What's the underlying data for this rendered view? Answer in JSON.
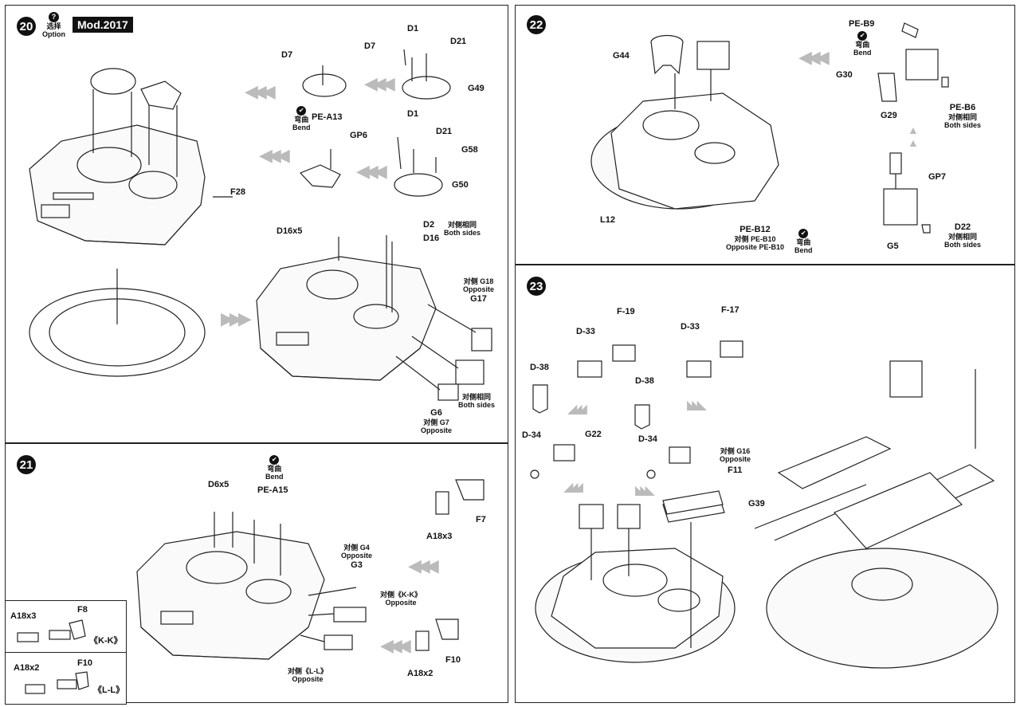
{
  "steps": {
    "s20": {
      "number": "20",
      "mod": "Mod.2017",
      "option_cn": "选择",
      "option_en": "Option",
      "labels": {
        "D7a": "D7",
        "D1a": "D1",
        "D7b": "D7",
        "D21a": "D21",
        "G49": "G49",
        "PEA13": "PE-A13",
        "bend_cn": "弯曲",
        "bend_en": "Bend",
        "GP6": "GP6",
        "D1b": "D1",
        "D21b": "D21",
        "G58": "G58",
        "G50": "G50",
        "F28": "F28",
        "D16x5": "D16x5",
        "D2": "D2",
        "D16": "D16",
        "both_cn": "对侧相同",
        "both_en": "Both sides",
        "oppG18_cn": "对侧 G18",
        "oppG18_en": "Opposite",
        "G17": "G17",
        "both2_cn": "对侧相同",
        "both2_en": "Both sides",
        "G6": "G6",
        "oppG7_cn": "对侧 G7",
        "oppG7_en": "Opposite"
      }
    },
    "s21": {
      "number": "21",
      "labels": {
        "bend_cn": "弯曲",
        "bend_en": "Bend",
        "D6x5": "D6x5",
        "PEA15": "PE-A15",
        "oppG4_cn": "对侧 G4",
        "oppG4_en": "Opposite",
        "G3": "G3",
        "A18x3": "A18x3",
        "F7": "F7",
        "oppKK_cn": "对侧《K-K》",
        "oppKK_en": "Opposite",
        "oppLL_cn": "对侧《L-L》",
        "oppLL_en": "Opposite",
        "A18x2": "A18x2",
        "F10": "F10"
      },
      "inset_kk": {
        "a": "A18x3",
        "f": "F8",
        "tag": "《K-K》"
      },
      "inset_ll": {
        "a": "A18x2",
        "f": "F10",
        "tag": "《L-L》"
      }
    },
    "s22": {
      "number": "22",
      "labels": {
        "G44": "G44",
        "PEB9": "PE-B9",
        "bend_cn": "弯曲",
        "bend_en": "Bend",
        "G30": "G30",
        "G29": "G29",
        "PEB6": "PE-B6",
        "both_cn": "对侧相同",
        "both_en": "Both sides",
        "L12": "L12",
        "GP7": "GP7",
        "G5": "G5",
        "D22": "D22",
        "both2_cn": "对侧相同",
        "both2_en": "Both sides",
        "PEB12": "PE-B12",
        "oppB10_cn": "对侧 PE-B10",
        "oppB10_en": "Opposite PE-B10",
        "bend2_cn": "弯曲",
        "bend2_en": "Bend"
      }
    },
    "s23": {
      "number": "23",
      "labels": {
        "D33a": "D-33",
        "F19": "F-19",
        "D33b": "D-33",
        "F17": "F-17",
        "D38a": "D-38",
        "D38b": "D-38",
        "D34a": "D-34",
        "G22": "G22",
        "D34b": "D-34",
        "oppG16_cn": "对侧 G16",
        "oppG16_en": "Opposite",
        "F11": "F11",
        "G39": "G39"
      }
    }
  }
}
